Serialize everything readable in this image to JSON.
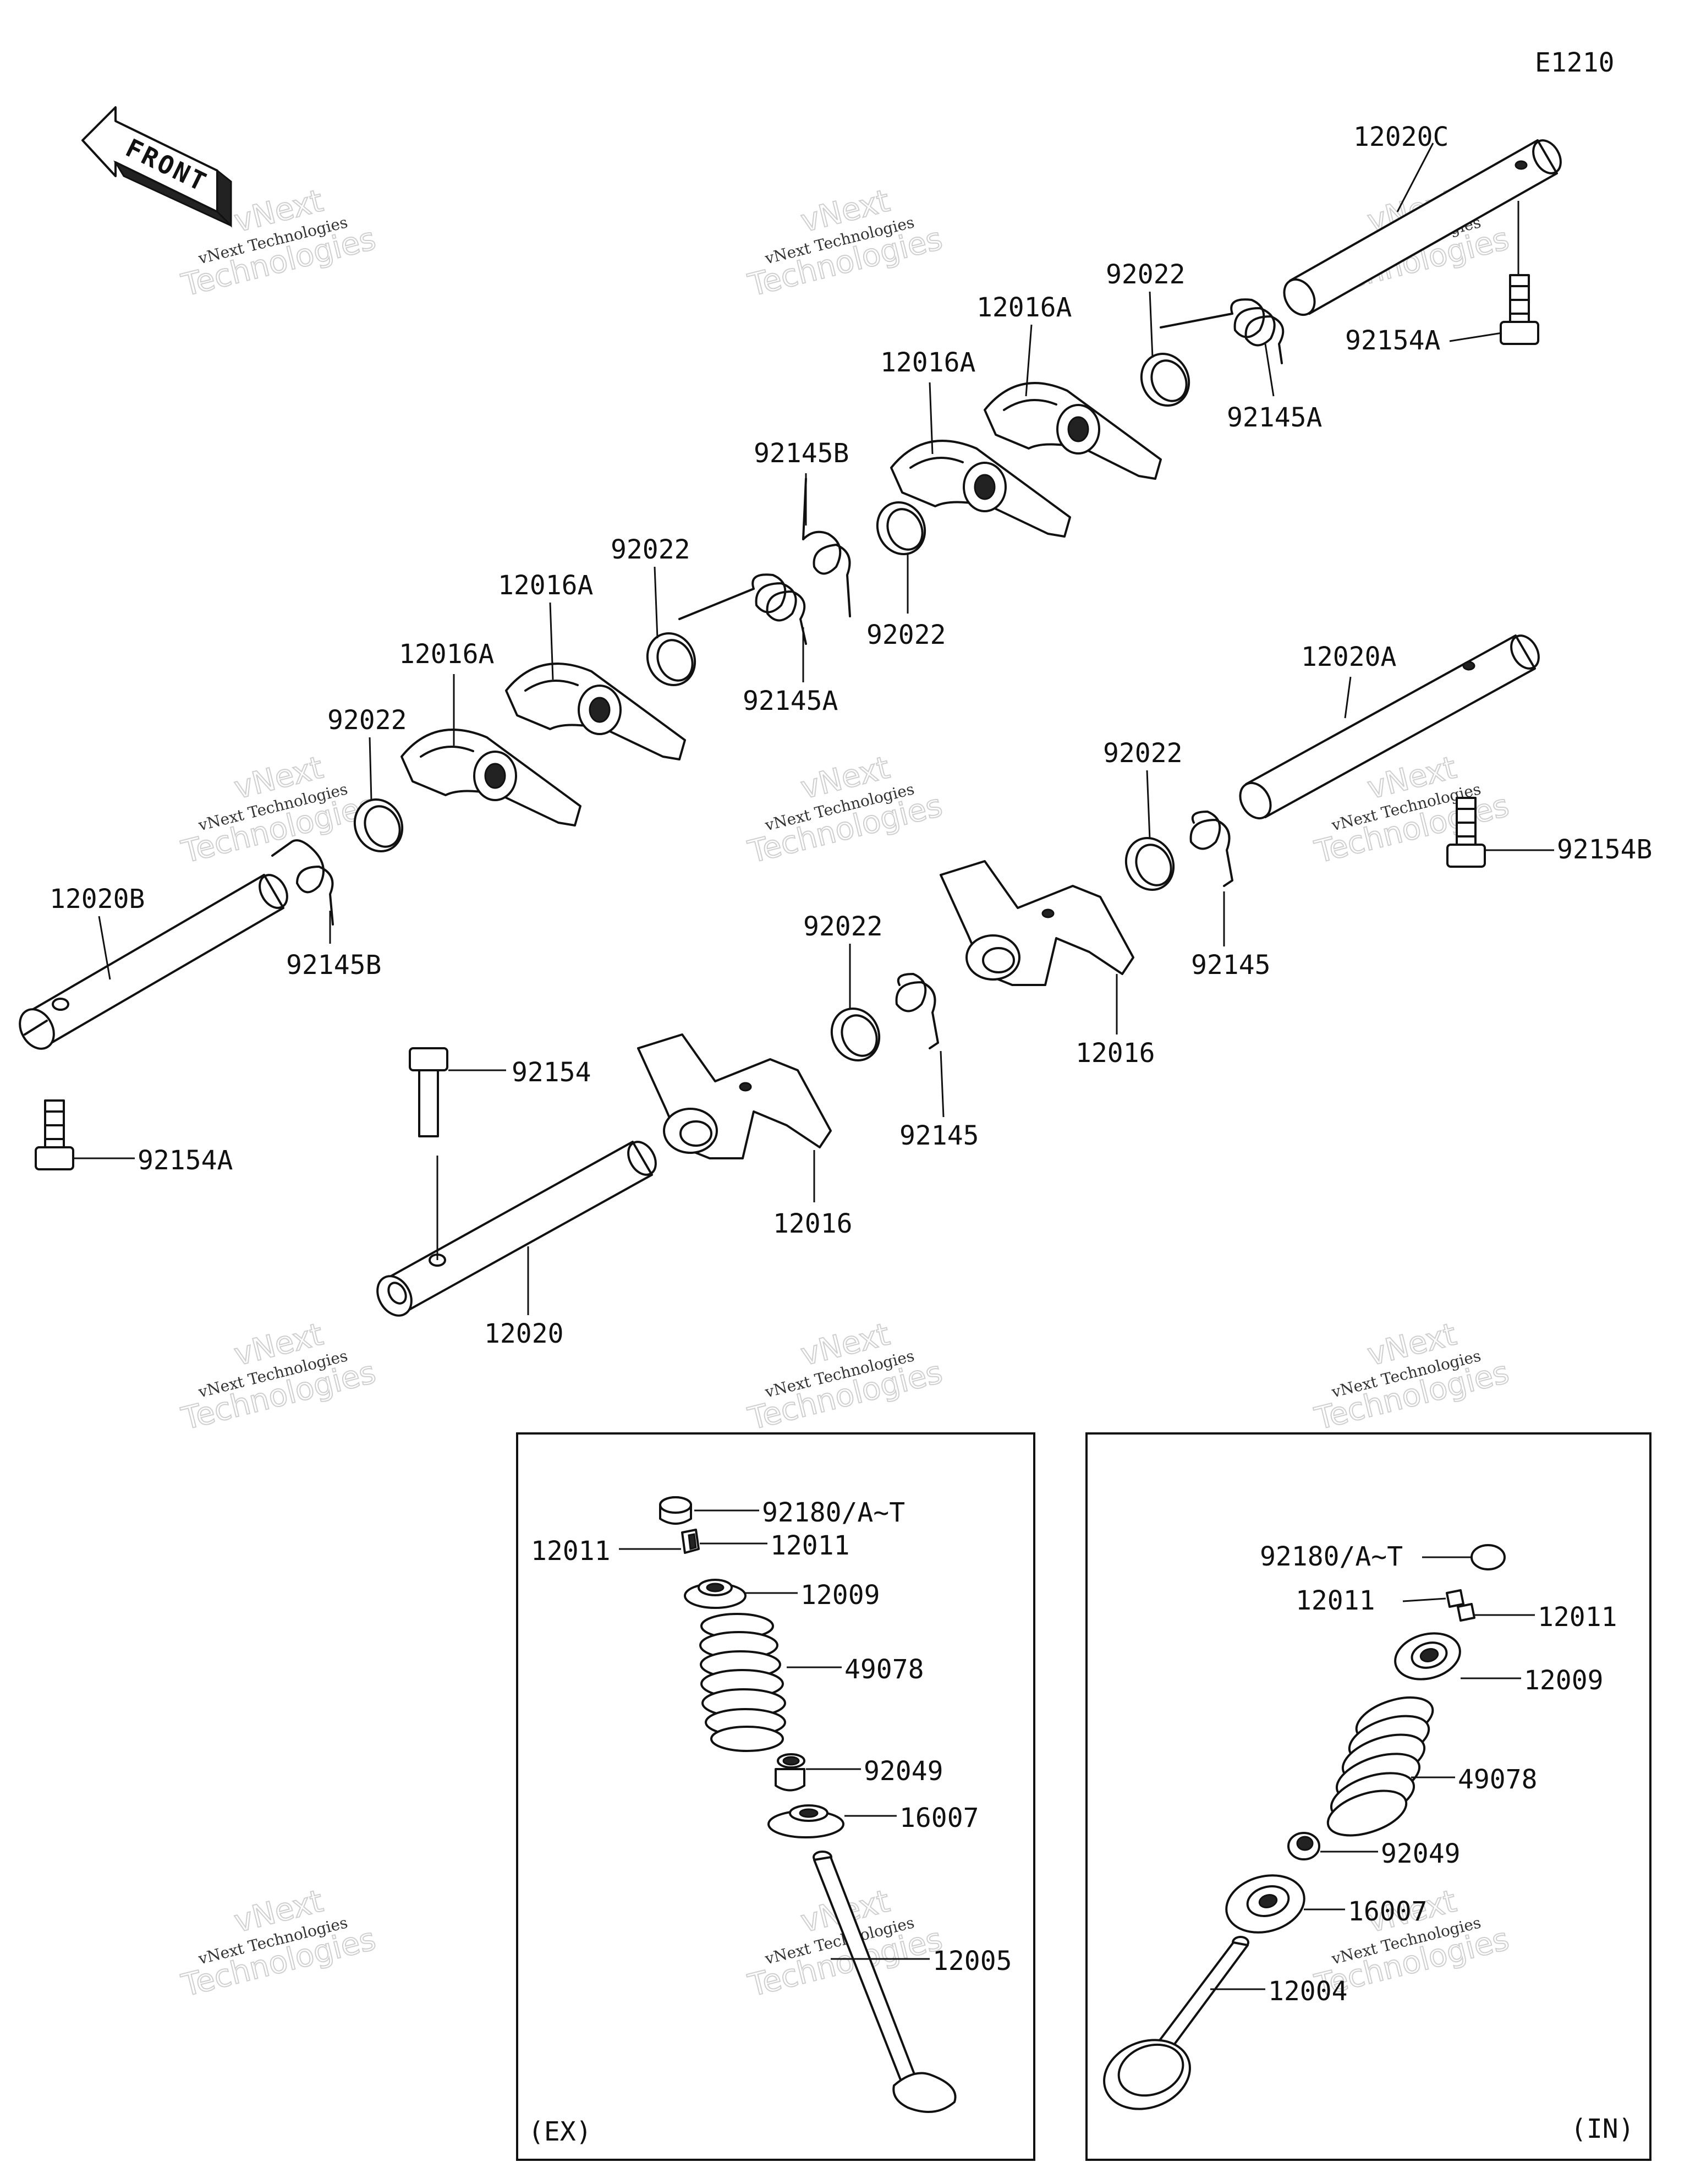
{
  "diagram_code": "E1210",
  "front_label": "FRONT",
  "watermark": {
    "line1": "vNext",
    "line2": "vNext Technologies",
    "line3": "Technologies"
  },
  "callouts": {
    "c_12020C": "12020C",
    "c_92154A_top": "92154A",
    "c_92022_a": "92022",
    "c_92145A_a": "92145A",
    "c_12016A_a": "12016A",
    "c_12016A_b": "12016A",
    "c_92145B_a": "92145B",
    "c_92022_b": "92022",
    "c_92022_c": "92022",
    "c_12016A_c": "12016A",
    "c_92145A_b": "92145A",
    "c_12016A_d": "12016A",
    "c_92022_d": "92022",
    "c_12020A": "12020A",
    "c_92022_e": "92022",
    "c_92154B": "92154B",
    "c_12020B": "12020B",
    "c_92145B_b": "92145B",
    "c_92145_a": "92145",
    "c_92022_f": "92022",
    "c_12016_a": "12016",
    "c_92154": "92154",
    "c_92145_b": "92145",
    "c_92154A_bot": "92154A",
    "c_12016_b": "12016",
    "c_12020": "12020"
  },
  "panel_ex": {
    "tag": "(EX)",
    "c_92180": "92180/A~T",
    "c_12011_l": "12011",
    "c_12011_r": "12011",
    "c_12009": "12009",
    "c_49078": "49078",
    "c_92049": "92049",
    "c_16007": "16007",
    "c_12005": "12005"
  },
  "panel_in": {
    "tag": "(IN)",
    "c_92180": "92180/A~T",
    "c_12011_l": "12011",
    "c_12011_r": "12011",
    "c_12009": "12009",
    "c_49078": "49078",
    "c_92049": "92049",
    "c_16007": "16007",
    "c_12004": "12004"
  }
}
